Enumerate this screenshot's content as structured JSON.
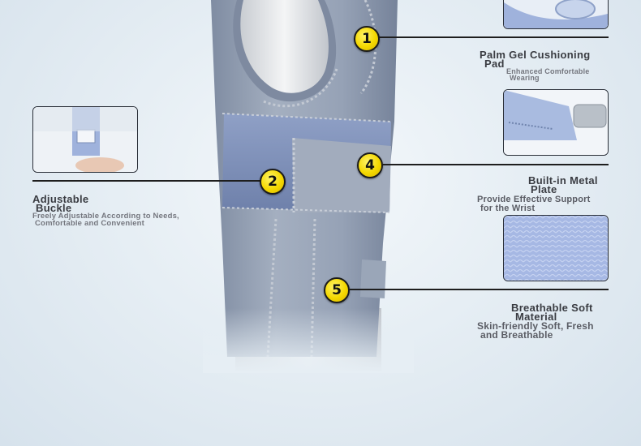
{
  "features": [
    {
      "number": "1",
      "title_line1": "Palm Gel Cushioning",
      "title_line2": "Pad",
      "desc_line1": "Enhanced Comfortable",
      "desc_line2": "Wearing"
    },
    {
      "number": "2",
      "title_line1": "Adjustable",
      "title_line2": "Buckle",
      "desc_line1": "Freely Adjustable According to Needs,",
      "desc_line2": "Comfortable and Convenient"
    },
    {
      "number": "4",
      "title_line1": "Built-in Metal",
      "title_line2": "Plate",
      "desc_line1": "Provide Effective Support",
      "desc_line2": "for the Wrist"
    },
    {
      "number": "5",
      "title_line1": "Breathable Soft",
      "title_line2": "Material",
      "desc_line1": "Skin-friendly Soft, Fresh",
      "desc_line2": "and Breathable"
    }
  ],
  "colors": {
    "badge": "#f5d800",
    "brace": "#8e9cb2",
    "strap": "#7c8fb8",
    "stitch": "#b5bcc8",
    "background": "#e6eef4"
  }
}
